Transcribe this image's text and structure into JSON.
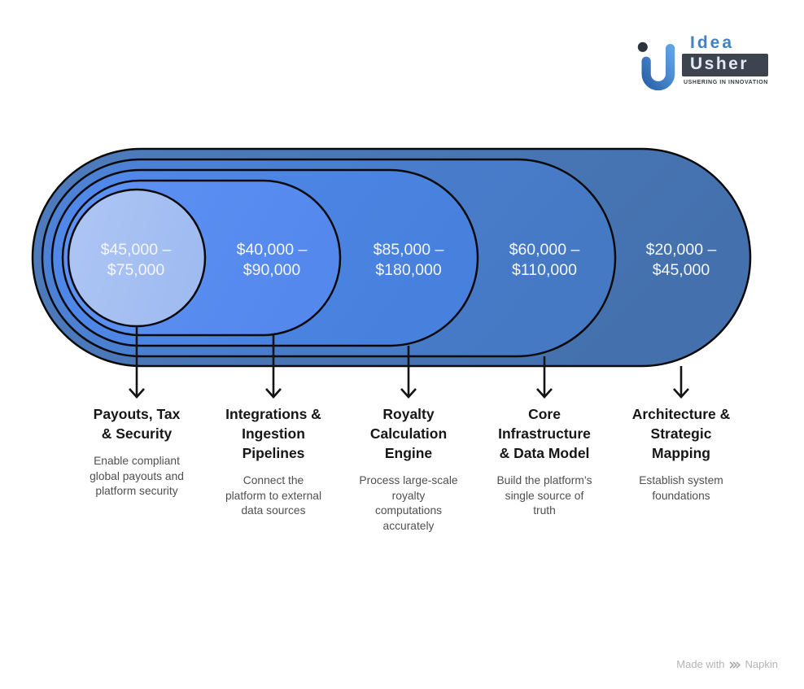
{
  "logo": {
    "brand_top": "Idea",
    "brand_bottom": "Usher",
    "tagline": "USHERING IN INNOVATION"
  },
  "colors": {
    "outline": "#0a0a0a",
    "arrow": "#141414",
    "range_text": "#f4f7fd",
    "logo_blue": "#4182c4",
    "logo_dark": "#3d4450"
  },
  "stages": [
    {
      "id": "payouts-tax-security",
      "cost_range": "$45,000 – $75,000",
      "range_lines": [
        "$45,000 –",
        "$75,000"
      ],
      "title": "Payouts, Tax & Security",
      "description": "Enable compliant global payouts and platform security",
      "fill_light": "#aec6f5",
      "fill_dark": "#9fbbf0"
    },
    {
      "id": "integrations-ingestion-pipelines",
      "cost_range": "$40,000 – $90,000",
      "range_lines": [
        "$40,000 –",
        "$90,000"
      ],
      "title": "Integrations & Ingestion Pipelines",
      "description": "Connect the platform to external data sources",
      "fill_light": "#5e92f4",
      "fill_dark": "#5488ec"
    },
    {
      "id": "royalty-calculation-engine",
      "cost_range": "$85,000 – $180,000",
      "range_lines": [
        "$85,000 –",
        "$180,000"
      ],
      "title": "Royalty Calculation Engine",
      "description": "Process large-scale royalty computations accurately",
      "fill_light": "#5189ec",
      "fill_dark": "#4880dd"
    },
    {
      "id": "core-infrastructure-data-model",
      "cost_range": "$60,000 – $110,000",
      "range_lines": [
        "$60,000 –",
        "$110,000"
      ],
      "title": "Core Infrastructure & Data Model",
      "description": "Build the platform’s single source of truth",
      "fill_light": "#4d82d8",
      "fill_dark": "#4679c4"
    },
    {
      "id": "architecture-strategic-mapping",
      "cost_range": "$20,000 – $45,000",
      "range_lines": [
        "$20,000 –",
        "$45,000"
      ],
      "title": "Architecture & Strategic Mapping",
      "description": "Establish system foundations",
      "fill_light": "#4e7bbd",
      "fill_dark": "#4471ae"
    }
  ],
  "footer": {
    "prefix": "Made with",
    "brand": "Napkin"
  }
}
